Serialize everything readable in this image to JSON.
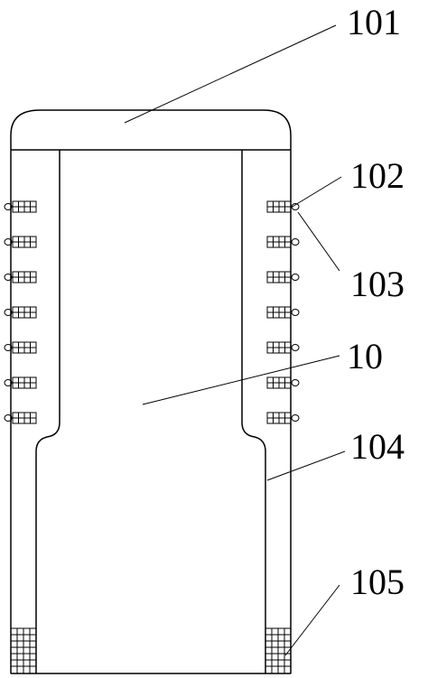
{
  "labels": {
    "l101": "101",
    "l102": "102",
    "l103": "103",
    "l10": "10",
    "l104": "104",
    "l105": "105"
  },
  "colors": {
    "stroke": "#000000",
    "background": "#ffffff"
  }
}
